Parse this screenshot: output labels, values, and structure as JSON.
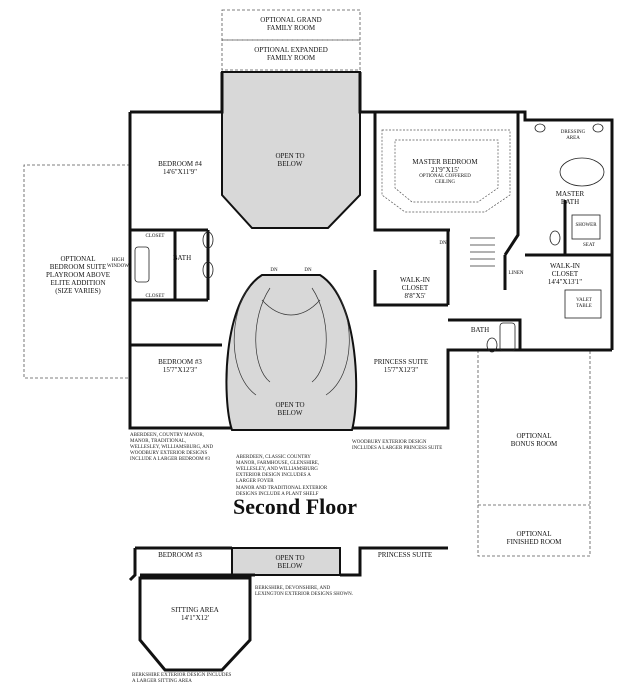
{
  "floor_title": "Second Floor",
  "colors": {
    "wall": "#111111",
    "open_area": "#d8d8d8",
    "dashed": "#555555",
    "background": "#ffffff"
  },
  "rooms": {
    "optional_grand_family": "OPTIONAL GRAND\nFAMILY ROOM",
    "optional_expanded_family": "OPTIONAL EXPANDED\nFAMILY ROOM",
    "open_to_below_top": "OPEN TO\nBELOW",
    "bedroom4": "BEDROOM #4\n14'6\"X11'9\"",
    "master_bedroom": "MASTER BEDROOM\n21'9\"X15'",
    "optional_coffered": "OPTIONAL COFFERED\nCEILING",
    "dressing_area": "DRESSING\nAREA",
    "master_bath": "MASTER\nBATH",
    "shower": "SHOWER",
    "seat": "SEAT",
    "optional_suite": "OPTIONAL\nBEDROOM SUITE\nPLAYROOM ABOVE\nELITE ADDITION\n(SIZE VARIES)",
    "high_window": "HIGH\nWINDOW",
    "closet": "CLOSET",
    "bath": "BATH",
    "dn_left": "DN",
    "dn_right": "DN",
    "dn_stair": "DN",
    "walkin_closet_small": "WALK-IN\nCLOSET\n8'8\"X5'",
    "walkin_closet_master": "WALK-IN\nCLOSET\n14'4\"X13'1\"",
    "linen": "LINEN",
    "valet_table": "VALET\nTABLE",
    "bedroom3": "BEDROOM #3\n15'7\"X12'3\"",
    "open_to_below_foyer": "OPEN TO\nBELOW",
    "princess_suite": "PRINCESS SUITE\n15'7\"X12'3\"",
    "optional_bonus": "OPTIONAL\nBONUS ROOM",
    "optional_finished": "OPTIONAL\nFINISHED ROOM"
  },
  "notes": {
    "aberdeen_left": "ABERDEEN, COUNTRY MANOR,\nMANOR, TRADITIONAL,\nWELLESLEY, WILLIAMSBURG, AND\nWOODBURY EXTERIOR DESIGNS\nINCLUDE A LARGER BEDROOM #3",
    "aberdeen_mid": "ABERDEEN, CLASSIC COUNTRY\nMANOR, FARMHOUSE, GLENSHIRE,\nWELLESLEY, AND WILLIAMSBURG\nEXTERIOR DESIGN INCLUDES A\nLARGER FOYER",
    "manor_shelf": "MANOR AND TRADITIONAL EXTERIOR\nDESIGNS INCLUDE A PLANT SHELF",
    "woodbury": "WOODBURY EXTERIOR DESIGN\nINCLUDES A LARGER PRINCESS SUITE",
    "berkshire_shown": "BERKSHIRE, DEVONSHIRE, AND\nLEXINGTON EXTERIOR DESIGNS SHOWN.",
    "berkshire_sitting": "BERKSHIRE EXTERIOR DESIGN INCLUDES\nA LARGER SITTING AREA"
  },
  "inset": {
    "bedroom3": "BEDROOM #3",
    "open_to_below": "OPEN TO\nBELOW",
    "princess_suite": "PRINCESS SUITE",
    "sitting_area": "SITTING AREA\n14'1\"X12'"
  }
}
